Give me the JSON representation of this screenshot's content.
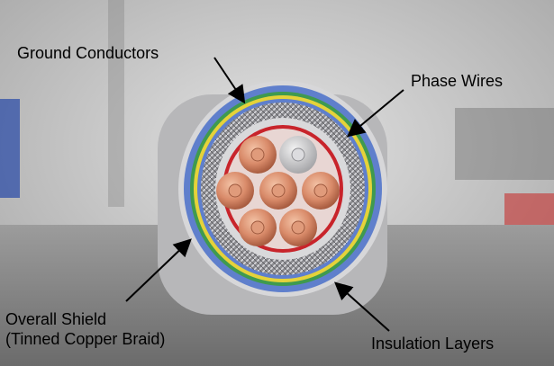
{
  "labels": {
    "ground": "Ground Conductors",
    "phase": "Phase Wires",
    "shield_line1": "Overall Shield",
    "shield_line2": "(Tinned Copper Braid)",
    "insulation": "Insulation Layers"
  },
  "colors": {
    "background": "#c9c9c9",
    "outer_jacket": "#5f7fcc",
    "ground_yellow": "#e5d23a",
    "ground_green": "#3f9a4f",
    "braid": "#9a9a9e",
    "copper": "#d98b6a",
    "tinned": "#c9c9cc",
    "red_layer": "#c8242b",
    "annotation": "#000000"
  }
}
